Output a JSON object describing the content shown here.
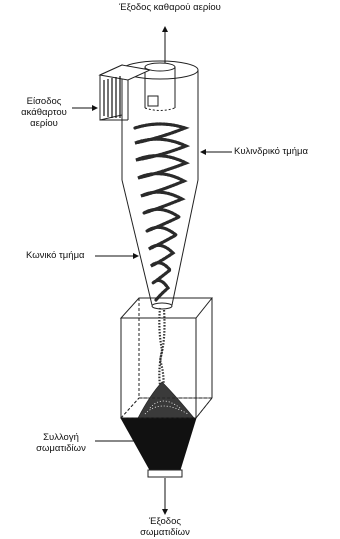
{
  "labels": {
    "clean_gas_outlet": "Έξοδος καθαρού αερίου",
    "dirty_gas_inlet_line1": "Είσοδος",
    "dirty_gas_inlet_line2": "ακάθαρτου",
    "dirty_gas_inlet_line3": "αερίου",
    "cylindrical_section": "Κυλινδρικό τμήμα",
    "conical_section": "Κωνικό τμήμα",
    "particle_collection_line1": "Συλλογή",
    "particle_collection_line2": "σωματιδίων",
    "particle_outlet_line1": "Έξοδος",
    "particle_outlet_line2": "σωματιδίων"
  }
}
